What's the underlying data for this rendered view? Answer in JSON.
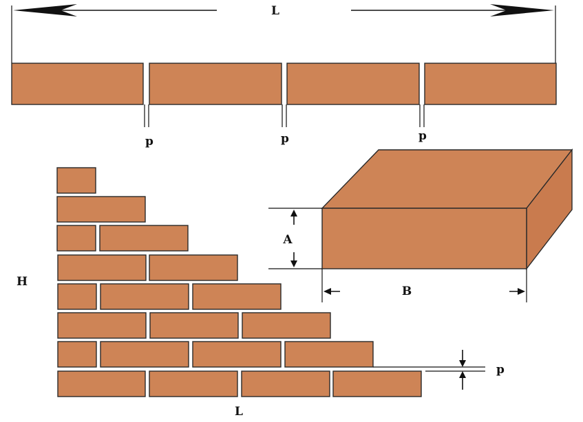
{
  "colors": {
    "brick": "#CE8456",
    "brick_side": "#C97B4E",
    "outline": "#2a2a2a",
    "background": "#ffffff"
  },
  "labels": {
    "top_length": "L",
    "joint_1": "p",
    "joint_2": "p",
    "joint_3": "p",
    "height": "H",
    "bottom_length": "L",
    "brick_height": "A",
    "brick_length": "B",
    "wall_joint": "p"
  },
  "wall": {
    "rows_from_top": [
      1,
      1,
      2,
      2,
      3,
      3,
      4,
      4
    ],
    "half_brick_start": [
      false,
      false,
      true,
      false,
      true,
      false,
      true,
      false
    ]
  }
}
